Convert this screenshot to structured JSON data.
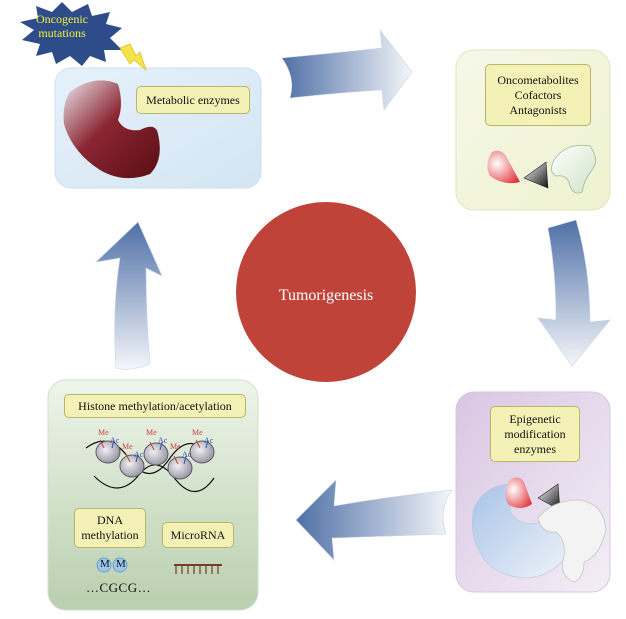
{
  "center": {
    "label": "Tumorigenesis",
    "color": "#c0433a"
  },
  "mutations": {
    "line1": "Oncogenic",
    "line2": "mutations"
  },
  "panels": {
    "metabolic": {
      "label": "Metabolic enzymes"
    },
    "oncometabolites": {
      "lines": [
        "Oncometabolites",
        "Cofactors",
        "Antagonists"
      ]
    },
    "epigenetic": {
      "lines": [
        "Epigenetic",
        "modification",
        "enzymes"
      ]
    },
    "histone": {
      "label": "Histone methylation/acetylation",
      "dna_lines": [
        "DNA",
        "methylation"
      ],
      "microrna": "MicroRNA",
      "sequence": "…CGCG…",
      "methyl_mark": "M",
      "mod_me": "Me",
      "mod_ac": "Ac"
    }
  },
  "colors": {
    "metabolic_bg": "#dcebf7",
    "oncometabolite_bg": "#f4f6dc",
    "epigenetic_bg": "#e4d8ea",
    "histone_bg": "#e3eedc",
    "arrow": "#5b7cb0",
    "label_fill": "#f4f1b6",
    "burst": "#2e4c8a",
    "lightning": "#f6e24a"
  }
}
